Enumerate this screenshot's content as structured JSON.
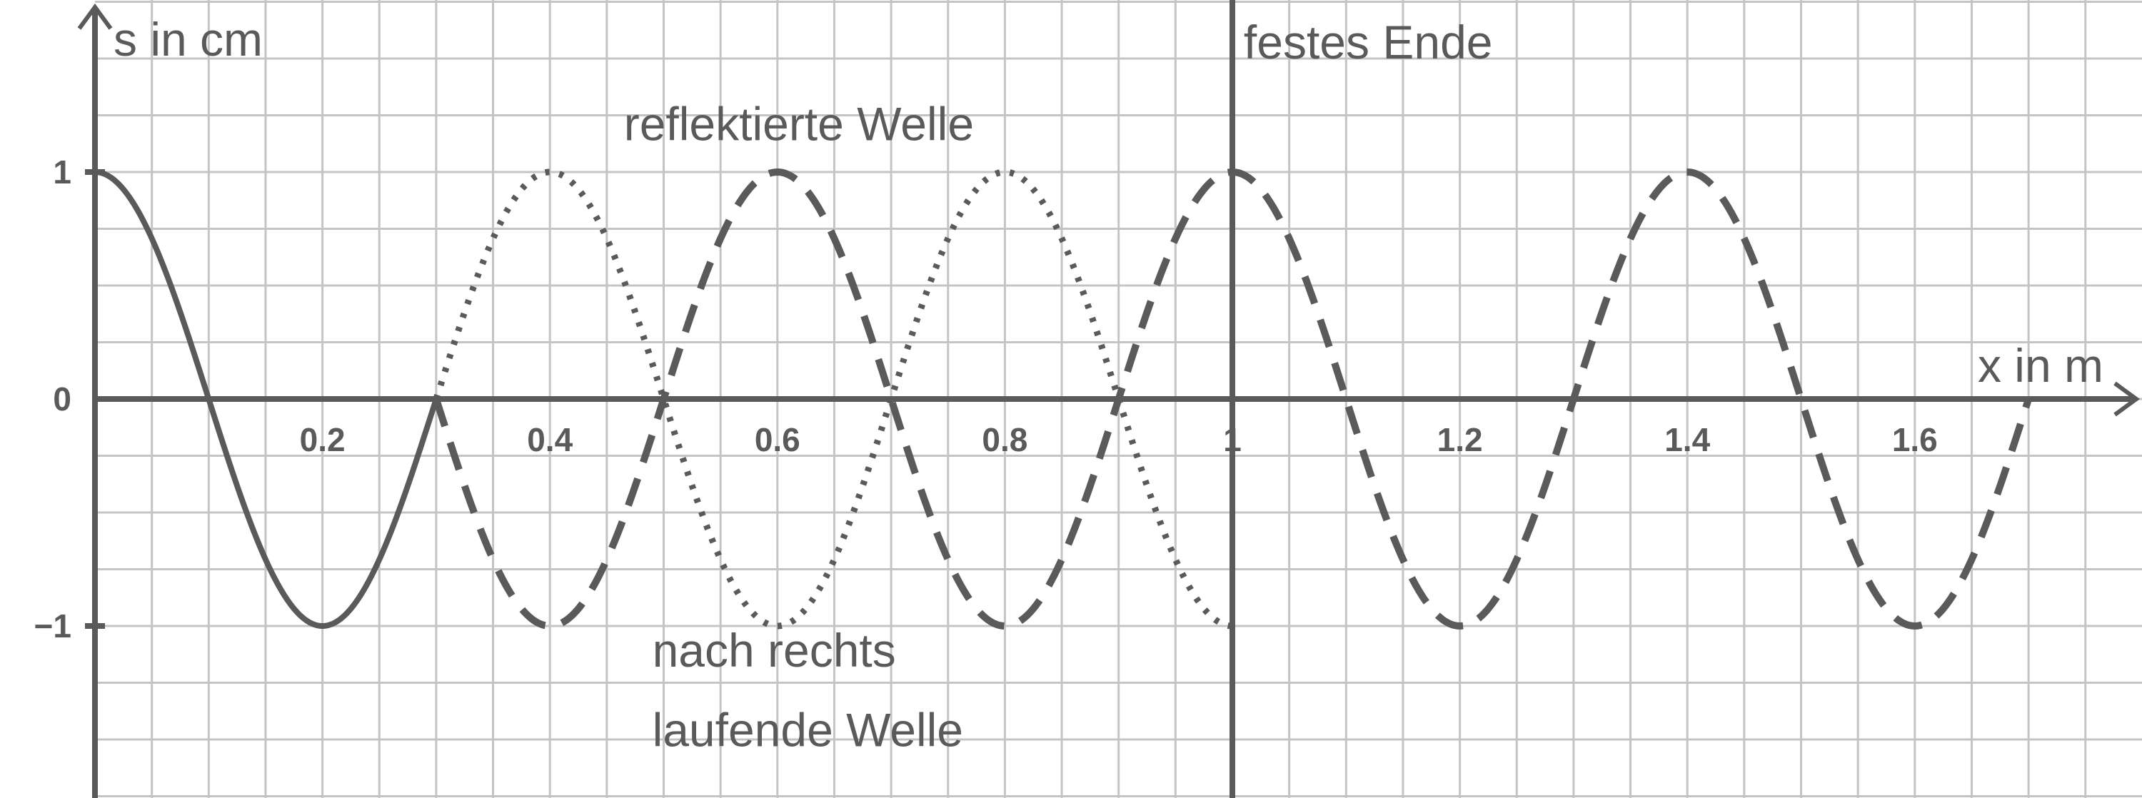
{
  "chart_data": {
    "type": "line",
    "title": "",
    "xlabel": "x in m",
    "ylabel": "s in cm",
    "xlim": [
      0,
      1.8
    ],
    "ylim": [
      -1.75,
      1.75
    ],
    "grid": true,
    "grid_step": {
      "x": 0.05,
      "y": 0.25
    },
    "x_ticks": [
      {
        "value": 0.2,
        "label": "0.2"
      },
      {
        "value": 0.4,
        "label": "0.4"
      },
      {
        "value": 0.6,
        "label": "0.6"
      },
      {
        "value": 0.8,
        "label": "0.8"
      },
      {
        "value": 1.0,
        "label": "1"
      },
      {
        "value": 1.2,
        "label": "1.2"
      },
      {
        "value": 1.4,
        "label": "1.4"
      },
      {
        "value": 1.6,
        "label": "1.6"
      }
    ],
    "y_ticks": [
      {
        "value": 1,
        "label": "1"
      },
      {
        "value": 0,
        "label": "0"
      },
      {
        "value": -1,
        "label": "−1"
      }
    ],
    "fixed_end_x": 1.0,
    "series": [
      {
        "style": "solid",
        "wavelength": 0.4,
        "amplitude": 1,
        "x_range": [
          0,
          0.3
        ]
      },
      {
        "style": "dotted",
        "wavelength": 0.4,
        "amplitude": 1,
        "x_range": [
          0.3,
          1.0
        ]
      },
      {
        "style": "dashed",
        "wavelength": 0.4,
        "amplitude": -1,
        "x_range": [
          0.3,
          1.7
        ]
      }
    ],
    "annotations": [
      {
        "text": "festes Ende",
        "x": 1.01,
        "y": 1.5
      },
      {
        "text": "reflektierte Welle",
        "x": 0.465,
        "y": 1.14
      },
      {
        "text": "nach rechts",
        "x": 0.49,
        "y": -1.18
      },
      {
        "text": "laufende Welle",
        "x": 0.49,
        "y": -1.53
      }
    ],
    "color": "#5a5a5a",
    "grid_color": "#c4c4c4"
  }
}
